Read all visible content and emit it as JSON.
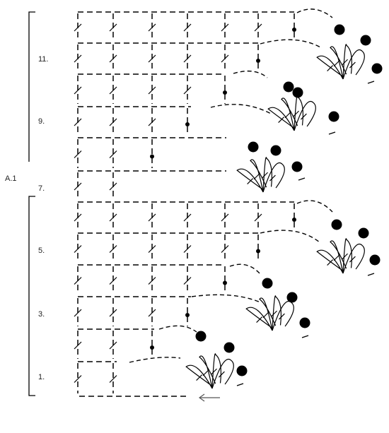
{
  "chart_label": "A.1",
  "row_labels": [
    "11.",
    "9.",
    "7.",
    "5.",
    "3.",
    "1."
  ],
  "legend": {
    "slip_stitch_icon": "filled-dot-icon",
    "chain_icon": "dash-icon",
    "double_crochet_icon": "slashed-stitch-icon",
    "work_direction_icon": "left-arrow-icon"
  },
  "colors": {
    "ink": "#000000",
    "background": "#ffffff"
  }
}
